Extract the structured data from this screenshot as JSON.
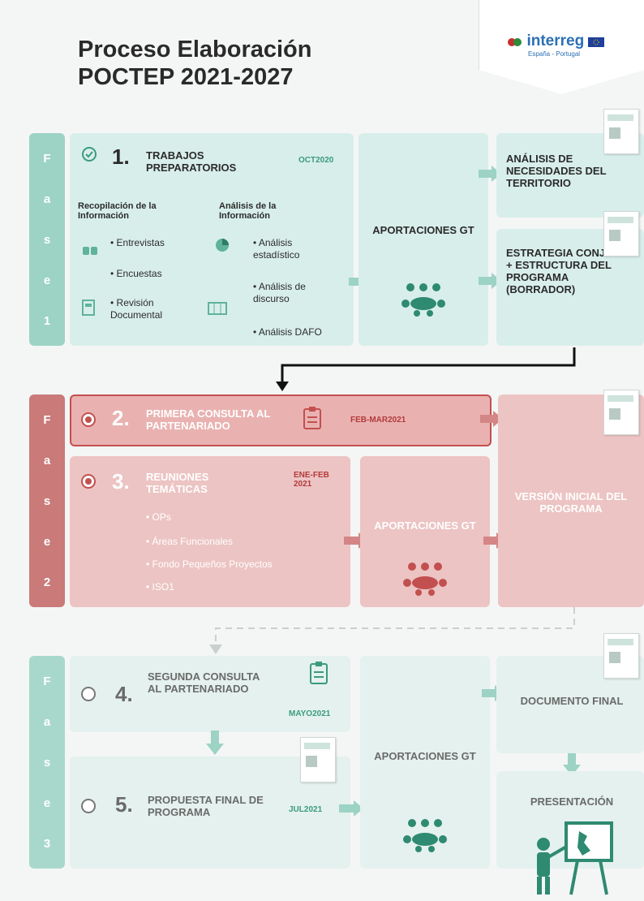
{
  "header": {
    "title_line1": "Proceso Elaboración",
    "title_line2": "POCTEP 2021-2027",
    "logo_text": "interreg",
    "logo_sub": "España - Portugal"
  },
  "phase_bars": {
    "phase1": [
      "F",
      "a",
      "s",
      "e",
      "1"
    ],
    "phase2": [
      "F",
      "a",
      "s",
      "e",
      "2"
    ],
    "phase3": [
      "F",
      "a",
      "s",
      "e",
      "3"
    ]
  },
  "phase1": {
    "step_number": "1.",
    "step_title": "TRABAJOS PREPARATORIOS",
    "date": "OCT2020",
    "col1_title": "Recopilación de la Información",
    "col1_items": [
      "• Entrevistas",
      "• Encuestas",
      "• Revisión Documental"
    ],
    "col2_title": "Análisis de la Información",
    "col2_items": [
      "• Análisis estadístico",
      "• Análisis de discurso",
      "• Análisis DAFO"
    ],
    "aportaciones": "APORTACIONES GT",
    "output1": "ANÁLISIS DE NECESIDADES DEL TERRITORIO",
    "output2": "ESTRATEGIA CONJUNTA + ESTRUCTURA DEL PROGRAMA (BORRADOR)"
  },
  "phase2": {
    "step2_number": "2.",
    "step2_title": "PRIMERA CONSULTA AL PARTENARIADO",
    "step2_date": "FEB-MAR2021",
    "step3_number": "3.",
    "step3_title": "REUNIONES TEMÁTICAS",
    "step3_date": "ENE-FEB 2021",
    "step3_items": [
      "• OPs",
      "• Áreas Funcionales",
      "• Fondo Pequeños Proyectos",
      "• ISO1"
    ],
    "aportaciones": "APORTACIONES GT",
    "output": "VERSIÓN INICIAL DEL PROGRAMA"
  },
  "phase3": {
    "step4_number": "4.",
    "step4_title": "SEGUNDA CONSULTA AL PARTENARIADO",
    "step4_date": "MAYO2021",
    "step5_number": "5.",
    "step5_title": "PROPUESTA FINAL DE PROGRAMA",
    "step5_date": "JUL2021",
    "aportaciones": "APORTACIONES GT",
    "output1": "DOCUMENTO FINAL",
    "output2": "PRESENTACIÓN"
  },
  "colors": {
    "teal": "#9cd3c4",
    "teal_dark": "#3a9b7c",
    "rose": "#c97a79",
    "rose_light": "#e9b2b1"
  }
}
